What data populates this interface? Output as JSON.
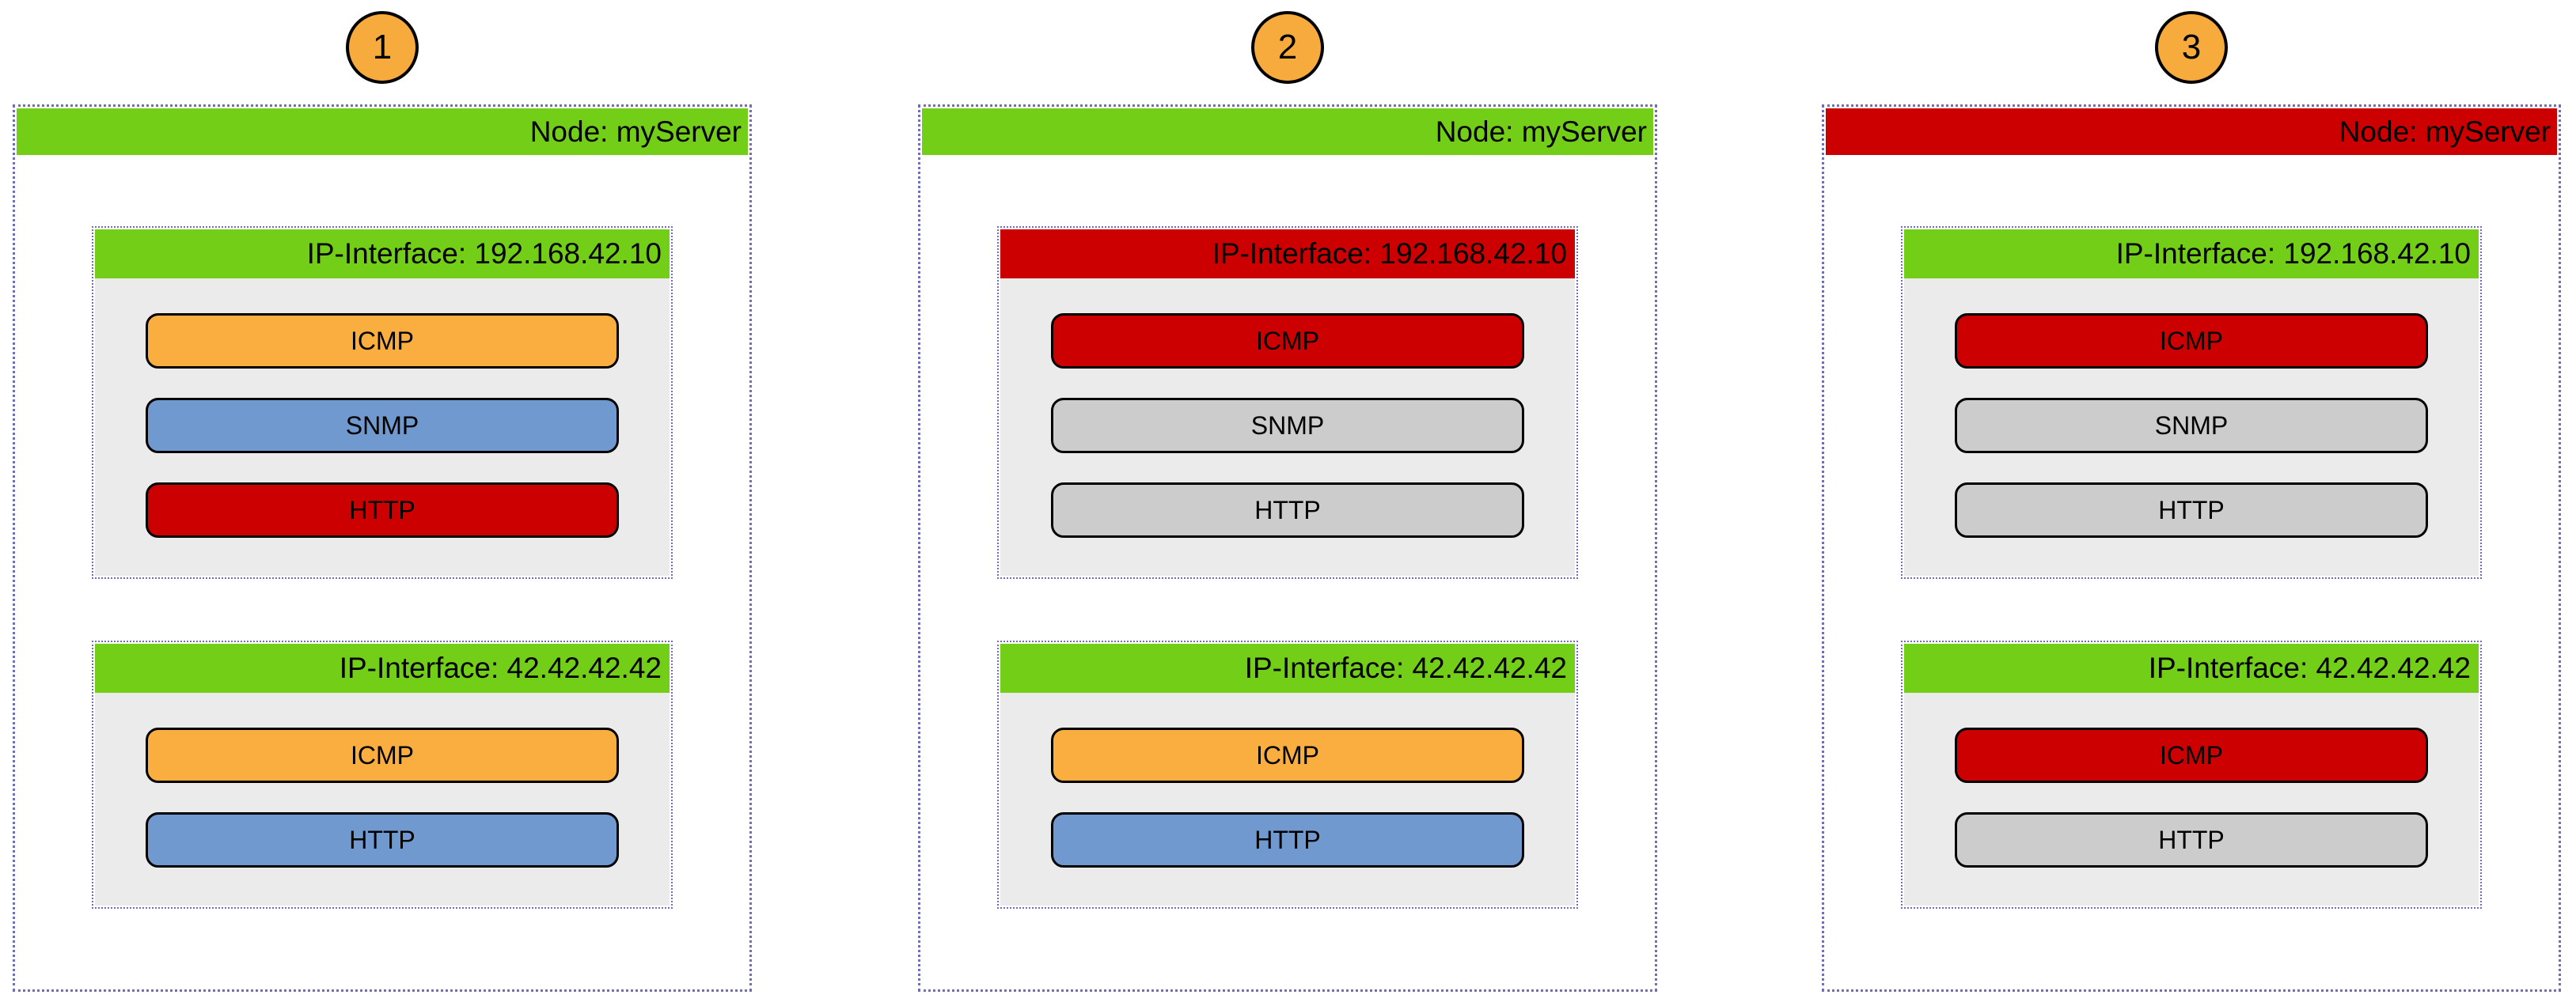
{
  "badge": {
    "fill": "#F7AB3C"
  },
  "status_colors": {
    "up_green": "#73CE17",
    "down_red": "#CC0000",
    "warning_orange": "#FAAE40",
    "normal_blue": "#7099CF",
    "unreachable_grey": "#CCCCCC"
  },
  "panels": [
    {
      "step": "1",
      "node": {
        "label": "Node: myServer",
        "color": "#73CE17"
      },
      "interfaces": [
        {
          "label": "IP-Interface: 192.168.42.10",
          "color": "#73CE17",
          "services": [
            {
              "label": "ICMP",
              "color": "#FAAE40"
            },
            {
              "label": "SNMP",
              "color": "#7099CF"
            },
            {
              "label": "HTTP",
              "color": "#CC0000"
            }
          ]
        },
        {
          "label": "IP-Interface: 42.42.42.42",
          "color": "#73CE17",
          "services": [
            {
              "label": "ICMP",
              "color": "#FAAE40"
            },
            {
              "label": "HTTP",
              "color": "#7099CF"
            }
          ]
        }
      ]
    },
    {
      "step": "2",
      "node": {
        "label": "Node: myServer",
        "color": "#73CE17"
      },
      "interfaces": [
        {
          "label": "IP-Interface: 192.168.42.10",
          "color": "#CC0000",
          "services": [
            {
              "label": "ICMP",
              "color": "#CC0000"
            },
            {
              "label": "SNMP",
              "color": "#CCCCCC"
            },
            {
              "label": "HTTP",
              "color": "#CCCCCC"
            }
          ]
        },
        {
          "label": "IP-Interface: 42.42.42.42",
          "color": "#73CE17",
          "services": [
            {
              "label": "ICMP",
              "color": "#FAAE40"
            },
            {
              "label": "HTTP",
              "color": "#7099CF"
            }
          ]
        }
      ]
    },
    {
      "step": "3",
      "node": {
        "label": "Node: myServer",
        "color": "#CC0000"
      },
      "interfaces": [
        {
          "label": "IP-Interface: 192.168.42.10",
          "color": "#73CE17",
          "services": [
            {
              "label": "ICMP",
              "color": "#CC0000"
            },
            {
              "label": "SNMP",
              "color": "#CCCCCC"
            },
            {
              "label": "HTTP",
              "color": "#CCCCCC"
            }
          ]
        },
        {
          "label": "IP-Interface: 42.42.42.42",
          "color": "#73CE17",
          "services": [
            {
              "label": "ICMP",
              "color": "#CC0000"
            },
            {
              "label": "HTTP",
              "color": "#CCCCCC"
            }
          ]
        }
      ]
    }
  ]
}
